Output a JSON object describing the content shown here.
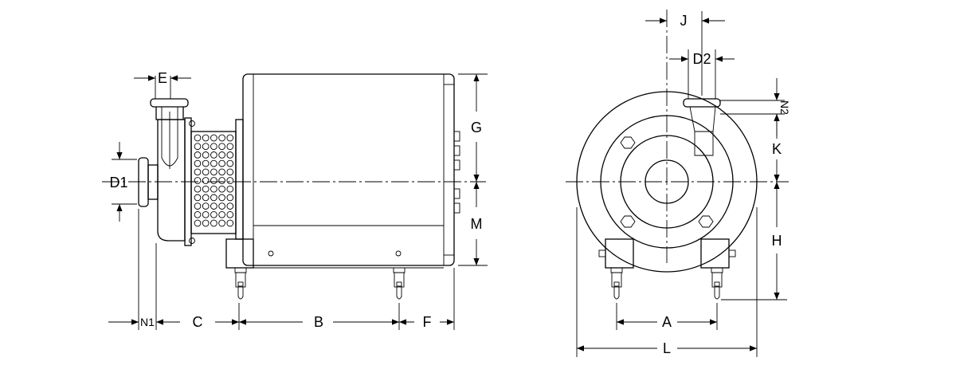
{
  "labels": {
    "E": "E",
    "D1": "D1",
    "G": "G",
    "M": "M",
    "N1": "N1",
    "C": "C",
    "B": "B",
    "F": "F",
    "J": "J",
    "D2": "D2",
    "N2": "N2",
    "K": "K",
    "H": "H",
    "A": "A",
    "L": "L"
  }
}
